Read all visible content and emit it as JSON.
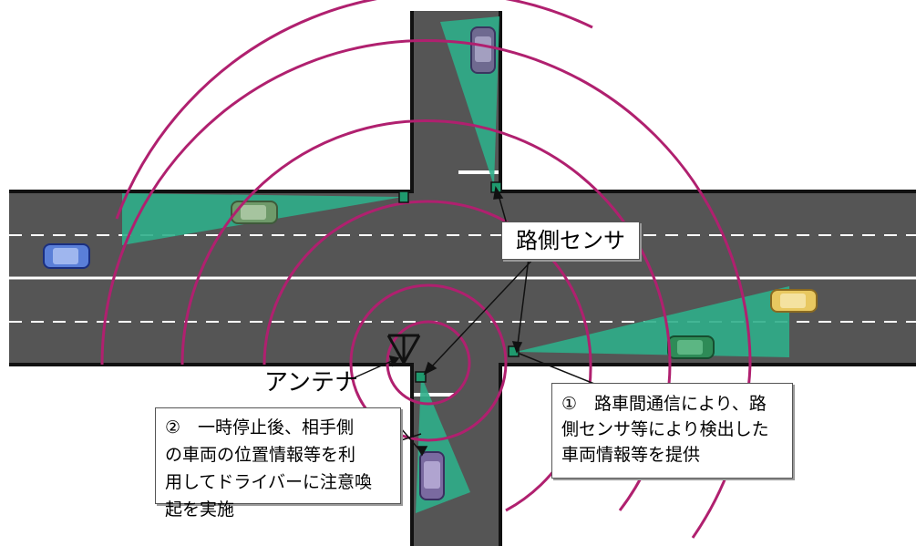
{
  "labels": {
    "roadside_sensor": "路側センサ",
    "antenna": "アンテナ"
  },
  "callouts": {
    "service_1": {
      "lines": [
        "①　路車間通信により、路",
        "側センサ等により検出した",
        "車両情報等を提供"
      ]
    },
    "service_2": {
      "lines": [
        "②　一時停止後、相手側",
        "の車両の位置情報等を利",
        "用してドライバーに注意喚",
        "起を実施"
      ]
    }
  },
  "colors": {
    "road": "#555555",
    "road_edge": "#111111",
    "lane_marking": "#ffffff",
    "sensor_field": "#2fae8a",
    "radio_wave": "#b0206f",
    "sensor_unit": "#1f9a6e",
    "car_blue": "#5a7fd8",
    "car_green": "#2e8b57",
    "car_olive": "#6f9a6a",
    "car_yellow": "#e8c860",
    "car_purple": "#7a6aa0"
  },
  "icons": [
    "antenna-icon",
    "roadside-sensor-icon",
    "car-icon"
  ]
}
